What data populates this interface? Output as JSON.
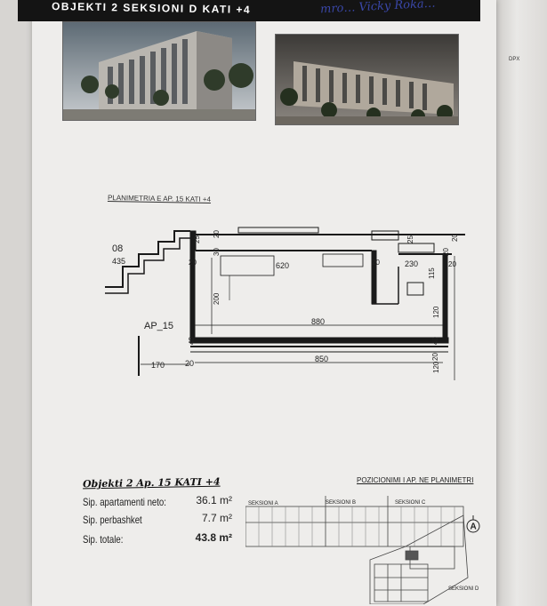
{
  "header": {
    "title": "OBJEKTI 2 SEKSIONI D KATI +4",
    "handwriting": "mro… Vicky Roka…"
  },
  "edge_mark": "DPX",
  "plan": {
    "title": "PLANIMETRIA E AP. 15   KATI +4",
    "room_label": "AP_15",
    "neighbor_label": "08",
    "dims": {
      "d435": "435",
      "d620": "620",
      "d230": "230",
      "d200": "200",
      "d880": "880",
      "d850": "850",
      "d170": "170",
      "d120a": "120",
      "d120b": "120",
      "d115": "115",
      "d25a": "25",
      "d20a": "20",
      "d30": "30",
      "d20b": "20",
      "d20c": "20",
      "d25b": "25",
      "d20d": "20",
      "d20e": "20",
      "d20f": "20",
      "d20g": "20",
      "d40a": "40",
      "d40b": "40",
      "d20h": "20"
    }
  },
  "info": {
    "title": "Objekti 2   Ap. 15   KATI +4",
    "rows": [
      {
        "label": "Sip. apartamenti neto:",
        "value": "36.1 m²"
      },
      {
        "label": "Sip. perbashket",
        "value": "7.7 m²"
      },
      {
        "label": "Sip. totale:",
        "value": "43.8 m²"
      }
    ]
  },
  "positioning": {
    "title": "POZICIONIMI I AP. NE PLANIMETRI",
    "sections": [
      "SEKSIONI A",
      "SEKSIONI B",
      "SEKSIONI C",
      "SEKSIONI D"
    ],
    "north": "A"
  }
}
